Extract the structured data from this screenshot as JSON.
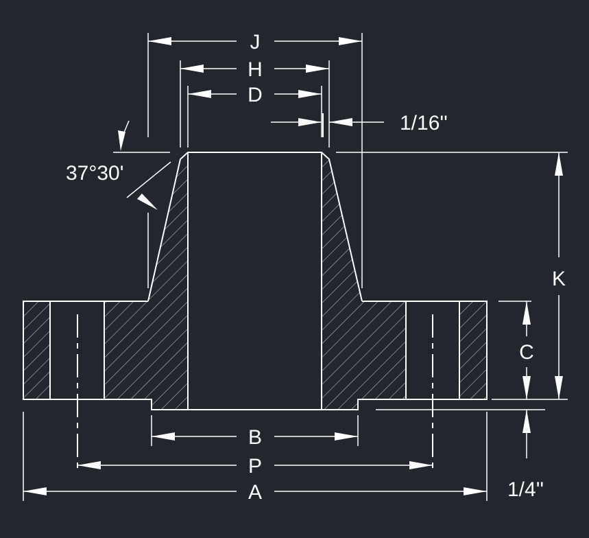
{
  "title": "Weld neck flange dimension drawing",
  "labels": {
    "J": "J",
    "H": "H",
    "D": "D",
    "K": "K",
    "C": "C",
    "B": "B",
    "P": "P",
    "A": "A",
    "gap": "1/16''",
    "raised_face": "1/4''",
    "angle": "37°30'"
  },
  "colors": {
    "background": "#22272e",
    "lines": "#ffffff"
  }
}
